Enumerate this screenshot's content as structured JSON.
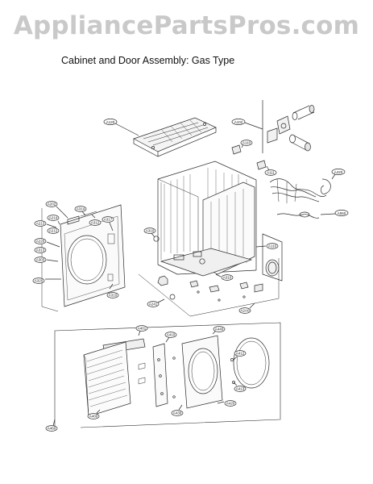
{
  "watermark": "AppliancePartsPros.com",
  "title": "Cabinet and Door Assembly: Gas Type",
  "callouts": {
    "top_cover": "A120",
    "duct": "A102",
    "small_parts_1": "A110",
    "small_parts_2": "A111",
    "harness_1": "A420",
    "harness_2": "A550",
    "cabinet_1": "A310",
    "cabinet_2": "A110",
    "cabinet_3": "A310",
    "foot_1": "A241",
    "foot_2": "A2A0",
    "frame_top": "A202",
    "frame_1": "A213",
    "frame_2": "A214",
    "frame_3": "A212",
    "frame_4": "A220",
    "frame_5": "A313",
    "frame_6": "A303",
    "frame_7": "A320",
    "frame_8": "A314",
    "frame_9": "A312",
    "frame_10": "A317",
    "frame_11": "A310",
    "door_1": "A401",
    "door_2": "A410",
    "door_3": "A440",
    "door_4": "A400",
    "door_5": "A430",
    "door_6": "A420",
    "door_7": "A412",
    "door_8": "A413",
    "door_9": "A460"
  }
}
